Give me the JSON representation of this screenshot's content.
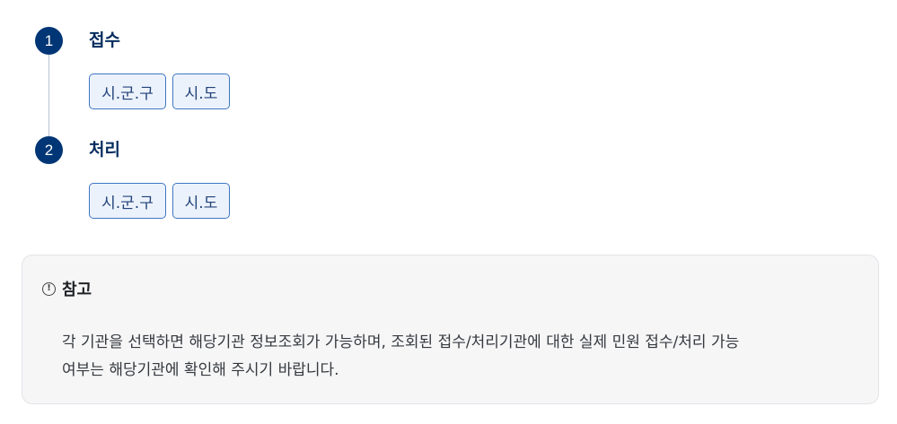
{
  "steps": [
    {
      "number": "1",
      "title": "접수",
      "chips": [
        "시.군.구",
        "시.도"
      ]
    },
    {
      "number": "2",
      "title": "처리",
      "chips": [
        "시.군.구",
        "시.도"
      ]
    }
  ],
  "note": {
    "icon": "info-circle-icon",
    "icon_glyph": "!",
    "title": "참고",
    "body_line1": "각 기관을 선택하면 해당기관 정보조회가 가능하며, 조회된 접수/처리기관에 대한 실제 민원 접수/처리 가능",
    "body_line2": "여부는 해당기관에 확인해 주시기 바랍니다."
  },
  "colors": {
    "accent": "#003675",
    "chip_border": "#3e76c4",
    "chip_bg": "#ecf2fb",
    "note_bg": "#f6f6f7"
  }
}
